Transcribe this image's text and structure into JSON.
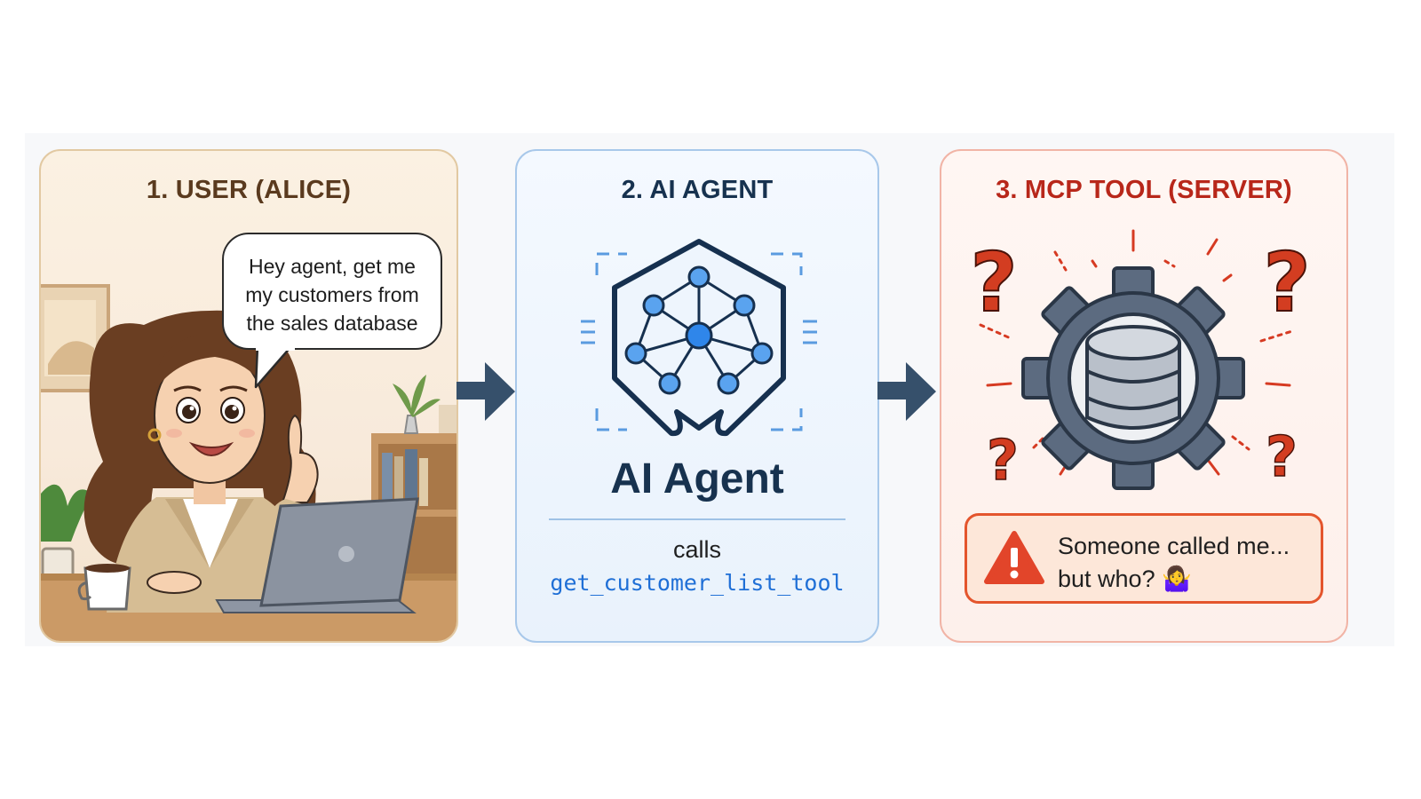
{
  "panels": {
    "user": {
      "title": "1. USER (ALICE)",
      "speech": "Hey agent, get me my customers from the sales database"
    },
    "agent": {
      "title": "2. AI AGENT",
      "name": "AI Agent",
      "calls_label": "calls",
      "tool_name": "get_customer_list_tool"
    },
    "tool": {
      "title": "3. MCP TOOL (SERVER)",
      "warning_line1": "Someone called me...",
      "warning_line2": "but who?",
      "emoji": "🤷‍♀️"
    }
  },
  "icons": {
    "user_scene": "woman-at-laptop-illustration",
    "agent_icon": "neural-network-hexagon-icon",
    "server_icon": "gear-database-icon",
    "warning_icon": "warning-triangle-icon",
    "confusion": "question-mark-icon",
    "flow": "arrow-right-icon"
  },
  "colors": {
    "user_accent": "#5a3a1e",
    "agent_accent": "#1f6fd6",
    "agent_text": "#17324f",
    "server_accent": "#c9361f",
    "arrow": "#36506b"
  }
}
